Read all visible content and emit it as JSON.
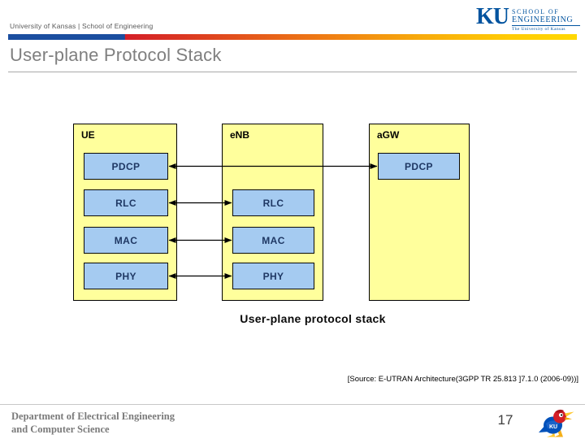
{
  "header": {
    "institution": "University of Kansas | School of Engineering",
    "title": "User-plane Protocol Stack",
    "logo": {
      "ku": "KU",
      "school_line1": "SCHOOL OF",
      "school_line2": "ENGINEERING",
      "tagline": "The University of Kansas"
    }
  },
  "diagram": {
    "caption": "User-plane protocol stack",
    "nodes": [
      {
        "label": "UE",
        "layers": [
          "PDCP",
          "RLC",
          "MAC",
          "PHY"
        ]
      },
      {
        "label": "eNB",
        "layers": [
          "RLC",
          "MAC",
          "PHY"
        ]
      },
      {
        "label": "aGW",
        "layers": [
          "PDCP"
        ]
      }
    ],
    "connections": [
      {
        "from": "UE:PDCP",
        "to": "aGW:PDCP",
        "style": "bidirectional-arrow"
      },
      {
        "from": "UE:RLC",
        "to": "eNB:RLC",
        "style": "bidirectional-arrow"
      },
      {
        "from": "UE:MAC",
        "to": "eNB:MAC",
        "style": "bidirectional-arrow"
      },
      {
        "from": "UE:PHY",
        "to": "eNB:PHY",
        "style": "bidirectional-arrow"
      }
    ]
  },
  "source_citation": "[Source: E-UTRAN Architecture(3GPP TR 25.813 ]7.1.0 (2006-09))]",
  "footer": {
    "department_line1": "Department of Electrical Engineering",
    "department_line2": "and Computer Science",
    "page_number": "17"
  },
  "colors": {
    "ku_blue": "#00539F",
    "bar_blue": "#1B4EA0",
    "bar_red": "#D41F28",
    "bar_yellow": "#FFD800",
    "node_fill": "#FFFF9C",
    "layer_fill": "#A5CBF1",
    "layer_text": "#1F3864",
    "title_gray": "#7F7F7F"
  }
}
